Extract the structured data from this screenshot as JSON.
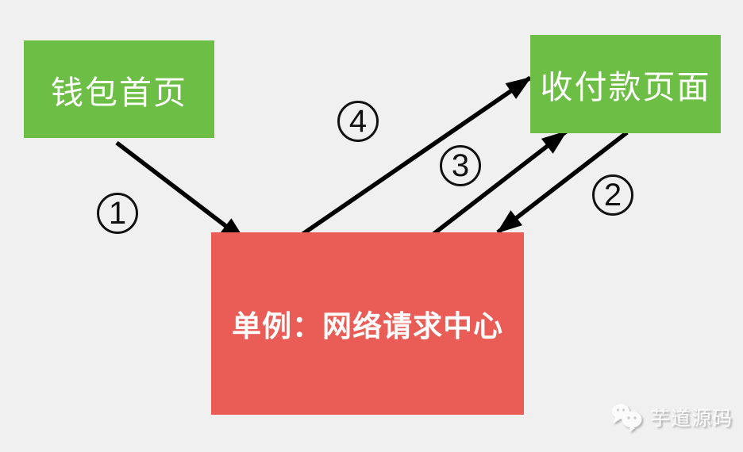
{
  "canvas": {
    "background_color": "#F0F0F0",
    "arrow_color": "#000000"
  },
  "diagram": {
    "nodes": {
      "wallet_home": {
        "label": "钱包首页",
        "color": "#6CBE45",
        "text_color": "#FFFFFF"
      },
      "payment_page": {
        "label": "收付款页面",
        "color": "#6CBE45",
        "text_color": "#FFFFFF"
      },
      "singleton_center": {
        "label": "单例：网络请求中心",
        "color": "#EA5D56",
        "text_color": "#FFFFFF"
      }
    },
    "steps": [
      {
        "label": "1",
        "from": "wallet_home",
        "to": "singleton_center"
      },
      {
        "label": "2",
        "from": "payment_page",
        "to": "singleton_center"
      },
      {
        "label": "3",
        "from": "singleton_center",
        "to": "payment_page"
      },
      {
        "label": "4",
        "from": "singleton_center",
        "to": "payment_page"
      }
    ]
  },
  "watermark": {
    "text": "芋道源码",
    "icon": "wechat-chat-bubbles"
  }
}
